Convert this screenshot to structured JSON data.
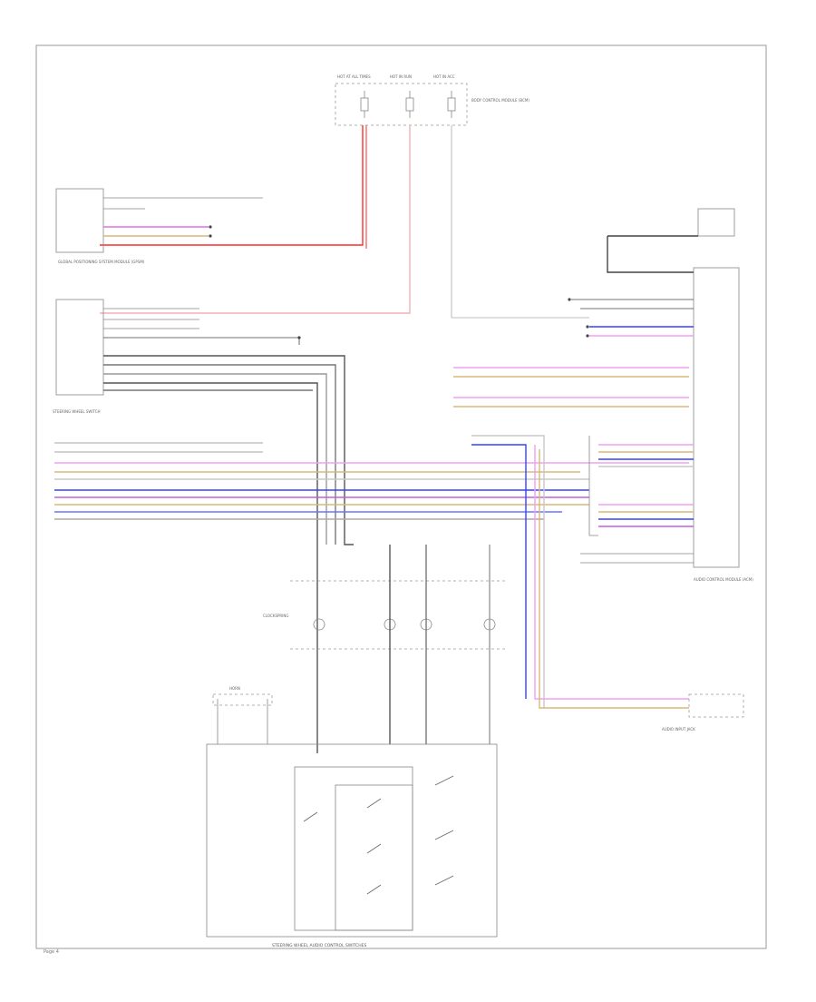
{
  "colors": {
    "frame": "#999999",
    "wire_red": "#ff2a2a",
    "wire_pink": "#f0a0f0",
    "wire_blue": "#3344ff",
    "wire_tan": "#d8b87a",
    "wire_gray": "#8a8a8a",
    "wire_dark": "#444444",
    "wire_lightgray": "#c8c8c8",
    "wire_violet": "#c060e0"
  },
  "icons": [
    "fuse-icon",
    "ground-icon",
    "speaker-icon",
    "switch-contact-icon",
    "splice-dot-icon"
  ],
  "page_number": "Page 4",
  "labels": {
    "fuse1": "HOT AT ALL TIMES",
    "fuse2": "HOT IN RUN",
    "fuse3": "HOT IN ACC",
    "fuse_note": "BODY CONTROL MODULE (BCM)",
    "left_module": "GLOBAL POSITIONING SYSTEM MODULE (GPSM)",
    "mid_module": "STEERING WHEEL SWITCH",
    "right_module": "AUDIO CONTROL MODULE (ACM)",
    "bottom_right": "AUDIO INPUT JACK",
    "bottom_center": "CLOCKSPRING",
    "bottom_switch": "STEERING WHEEL AUDIO CONTROL SWITCHES"
  }
}
